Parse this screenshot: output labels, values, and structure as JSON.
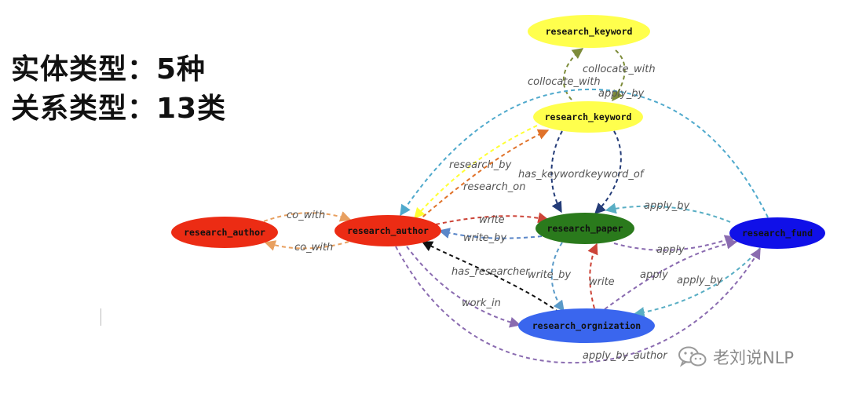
{
  "title_lines": [
    "实体类型：5种",
    "关系类型：13类"
  ],
  "watermark": {
    "text": "老刘说NLP",
    "icon": "wechat-icon"
  },
  "nodes": [
    {
      "id": "kw_top",
      "label": "research_keyword",
      "color": "#ffff4d",
      "text_color": "#111111"
    },
    {
      "id": "kw",
      "label": "research_keyword",
      "color": "#ffff4d",
      "text_color": "#111111"
    },
    {
      "id": "author_l",
      "label": "research_author",
      "color": "#ec2c14",
      "text_color": "#111111"
    },
    {
      "id": "author",
      "label": "research_author",
      "color": "#ec2c14",
      "text_color": "#111111"
    },
    {
      "id": "paper",
      "label": "research_paper",
      "color": "#2a7a1c",
      "text_color": "#111111"
    },
    {
      "id": "fund",
      "label": "research_fund",
      "color": "#1010e8",
      "text_color": "#111111"
    },
    {
      "id": "org",
      "label": "research_orgnization",
      "color": "#3a66ee",
      "text_color": "#111111"
    }
  ],
  "edges": [
    {
      "label": "collocate_with",
      "color": "#7d8c3a"
    },
    {
      "label": "collocate_with",
      "color": "#7d8c3a"
    },
    {
      "label": "apply_by",
      "color": "#4fa9cc"
    },
    {
      "label": "research_by",
      "color": "#ffff33"
    },
    {
      "label": "research_on",
      "color": "#e0722a"
    },
    {
      "label": "has_keyword",
      "color": "#243c78"
    },
    {
      "label": "keyword_of",
      "color": "#243c78"
    },
    {
      "label": "co_with",
      "color": "#e8a060"
    },
    {
      "label": "co_with",
      "color": "#e8a060"
    },
    {
      "label": "write",
      "color": "#cc4438"
    },
    {
      "label": "write_by",
      "color": "#5a86c8"
    },
    {
      "label": "apply_by",
      "color": "#59aec4"
    },
    {
      "label": "apply",
      "color": "#8a6bb0"
    },
    {
      "label": "has_researcher",
      "color": "#111111"
    },
    {
      "label": "write_by",
      "color": "#5a9ac8"
    },
    {
      "label": "write",
      "color": "#cc4438"
    },
    {
      "label": "apply",
      "color": "#8a6bb0"
    },
    {
      "label": "apply_by",
      "color": "#59aec4"
    },
    {
      "label": "work_in",
      "color": "#8a6bb0"
    },
    {
      "label": "apply_by_author",
      "color": "#8a6bb0"
    }
  ]
}
